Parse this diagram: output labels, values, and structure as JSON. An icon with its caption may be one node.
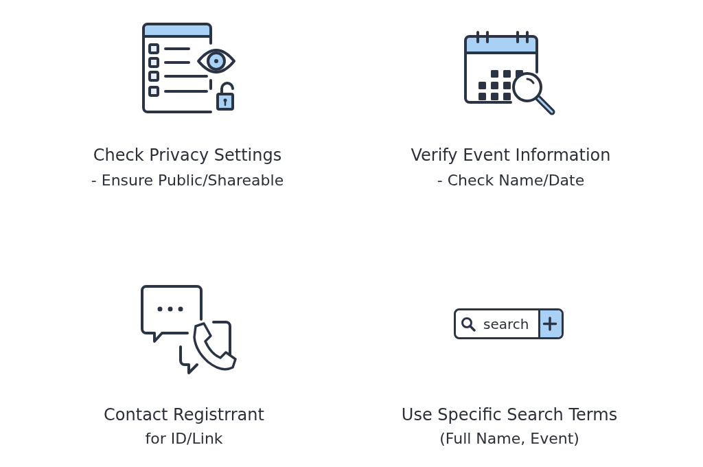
{
  "diagram": {
    "nodes": [
      {
        "text": [
          "search"
        ]
      }
    ],
    "labels": [
      "Check Privacy Settings",
      "- Ensure Public/Shareable",
      "Verify Event Information",
      "- Check Name/Date",
      "Contact Registrrant",
      "for ID/Link",
      "Use Specific Search Terms",
      "(Full Name, Event)"
    ]
  }
}
